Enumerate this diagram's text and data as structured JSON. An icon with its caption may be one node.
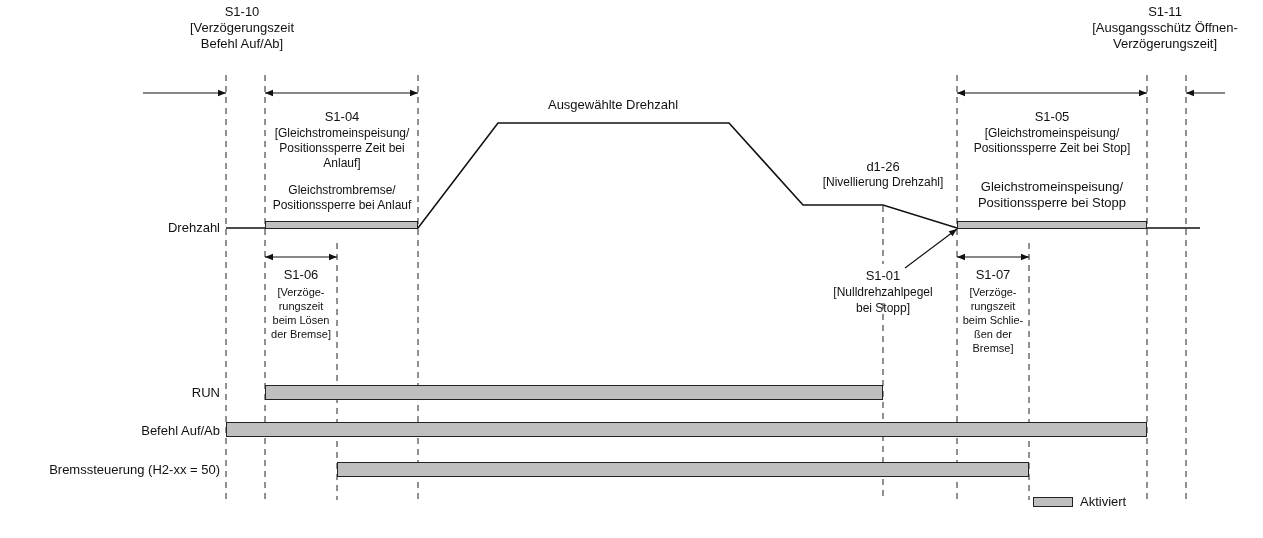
{
  "diagram": {
    "nodes": [
      {
        "text": [],
        "shape": "bar",
        "beside": [
          "Gleichstrombremse/ Positionssperre bei Anlauf"
        ]
      },
      {
        "text": [],
        "shape": "bar",
        "beside": [
          "Gleichstromeinspeisung/ Positionssperre bei Stopp"
        ]
      },
      {
        "text": [
          "S1-01",
          "[Nulldrehzahlpegel bei Stopp]"
        ]
      },
      {
        "text": [],
        "shape": "bar"
      },
      {
        "text": [],
        "shape": "bar"
      },
      {
        "text": [],
        "shape": "bar"
      }
    ],
    "edges": [
      {
        "from": 2,
        "to": 1,
        "arrow": "to"
      }
    ],
    "labels": [
      "S1-10",
      "[Verzögerungszeit Befehl Auf/Ab]",
      "S1-11",
      "[Ausgangsschütz Öffnen-Verzögerungszeit]",
      "S1-04",
      "[Gleichstromeinspeisung/ Positionssperre Zeit bei Anlauf]",
      "Ausgewählte Drehzahl",
      "S1-05",
      "[Gleichstromeinspeisung/ Positionssperre Zeit bei Stop]",
      "d1-26",
      "[Nivellierung Drehzahl]",
      "Drehzahl",
      "S1-06",
      "[Verzöge- rungszeit beim Lösen der Bremse]",
      "S1-07",
      "[Verzöge- rungszeit beim Schlie- ßen der Bremse]",
      "RUN",
      "Befehl Auf/Ab",
      "Bremssteuerung (H2-xx = 50)"
    ],
    "legend": [
      {
        "text": "Aktiviert",
        "color": "#bfbfbf"
      }
    ]
  }
}
